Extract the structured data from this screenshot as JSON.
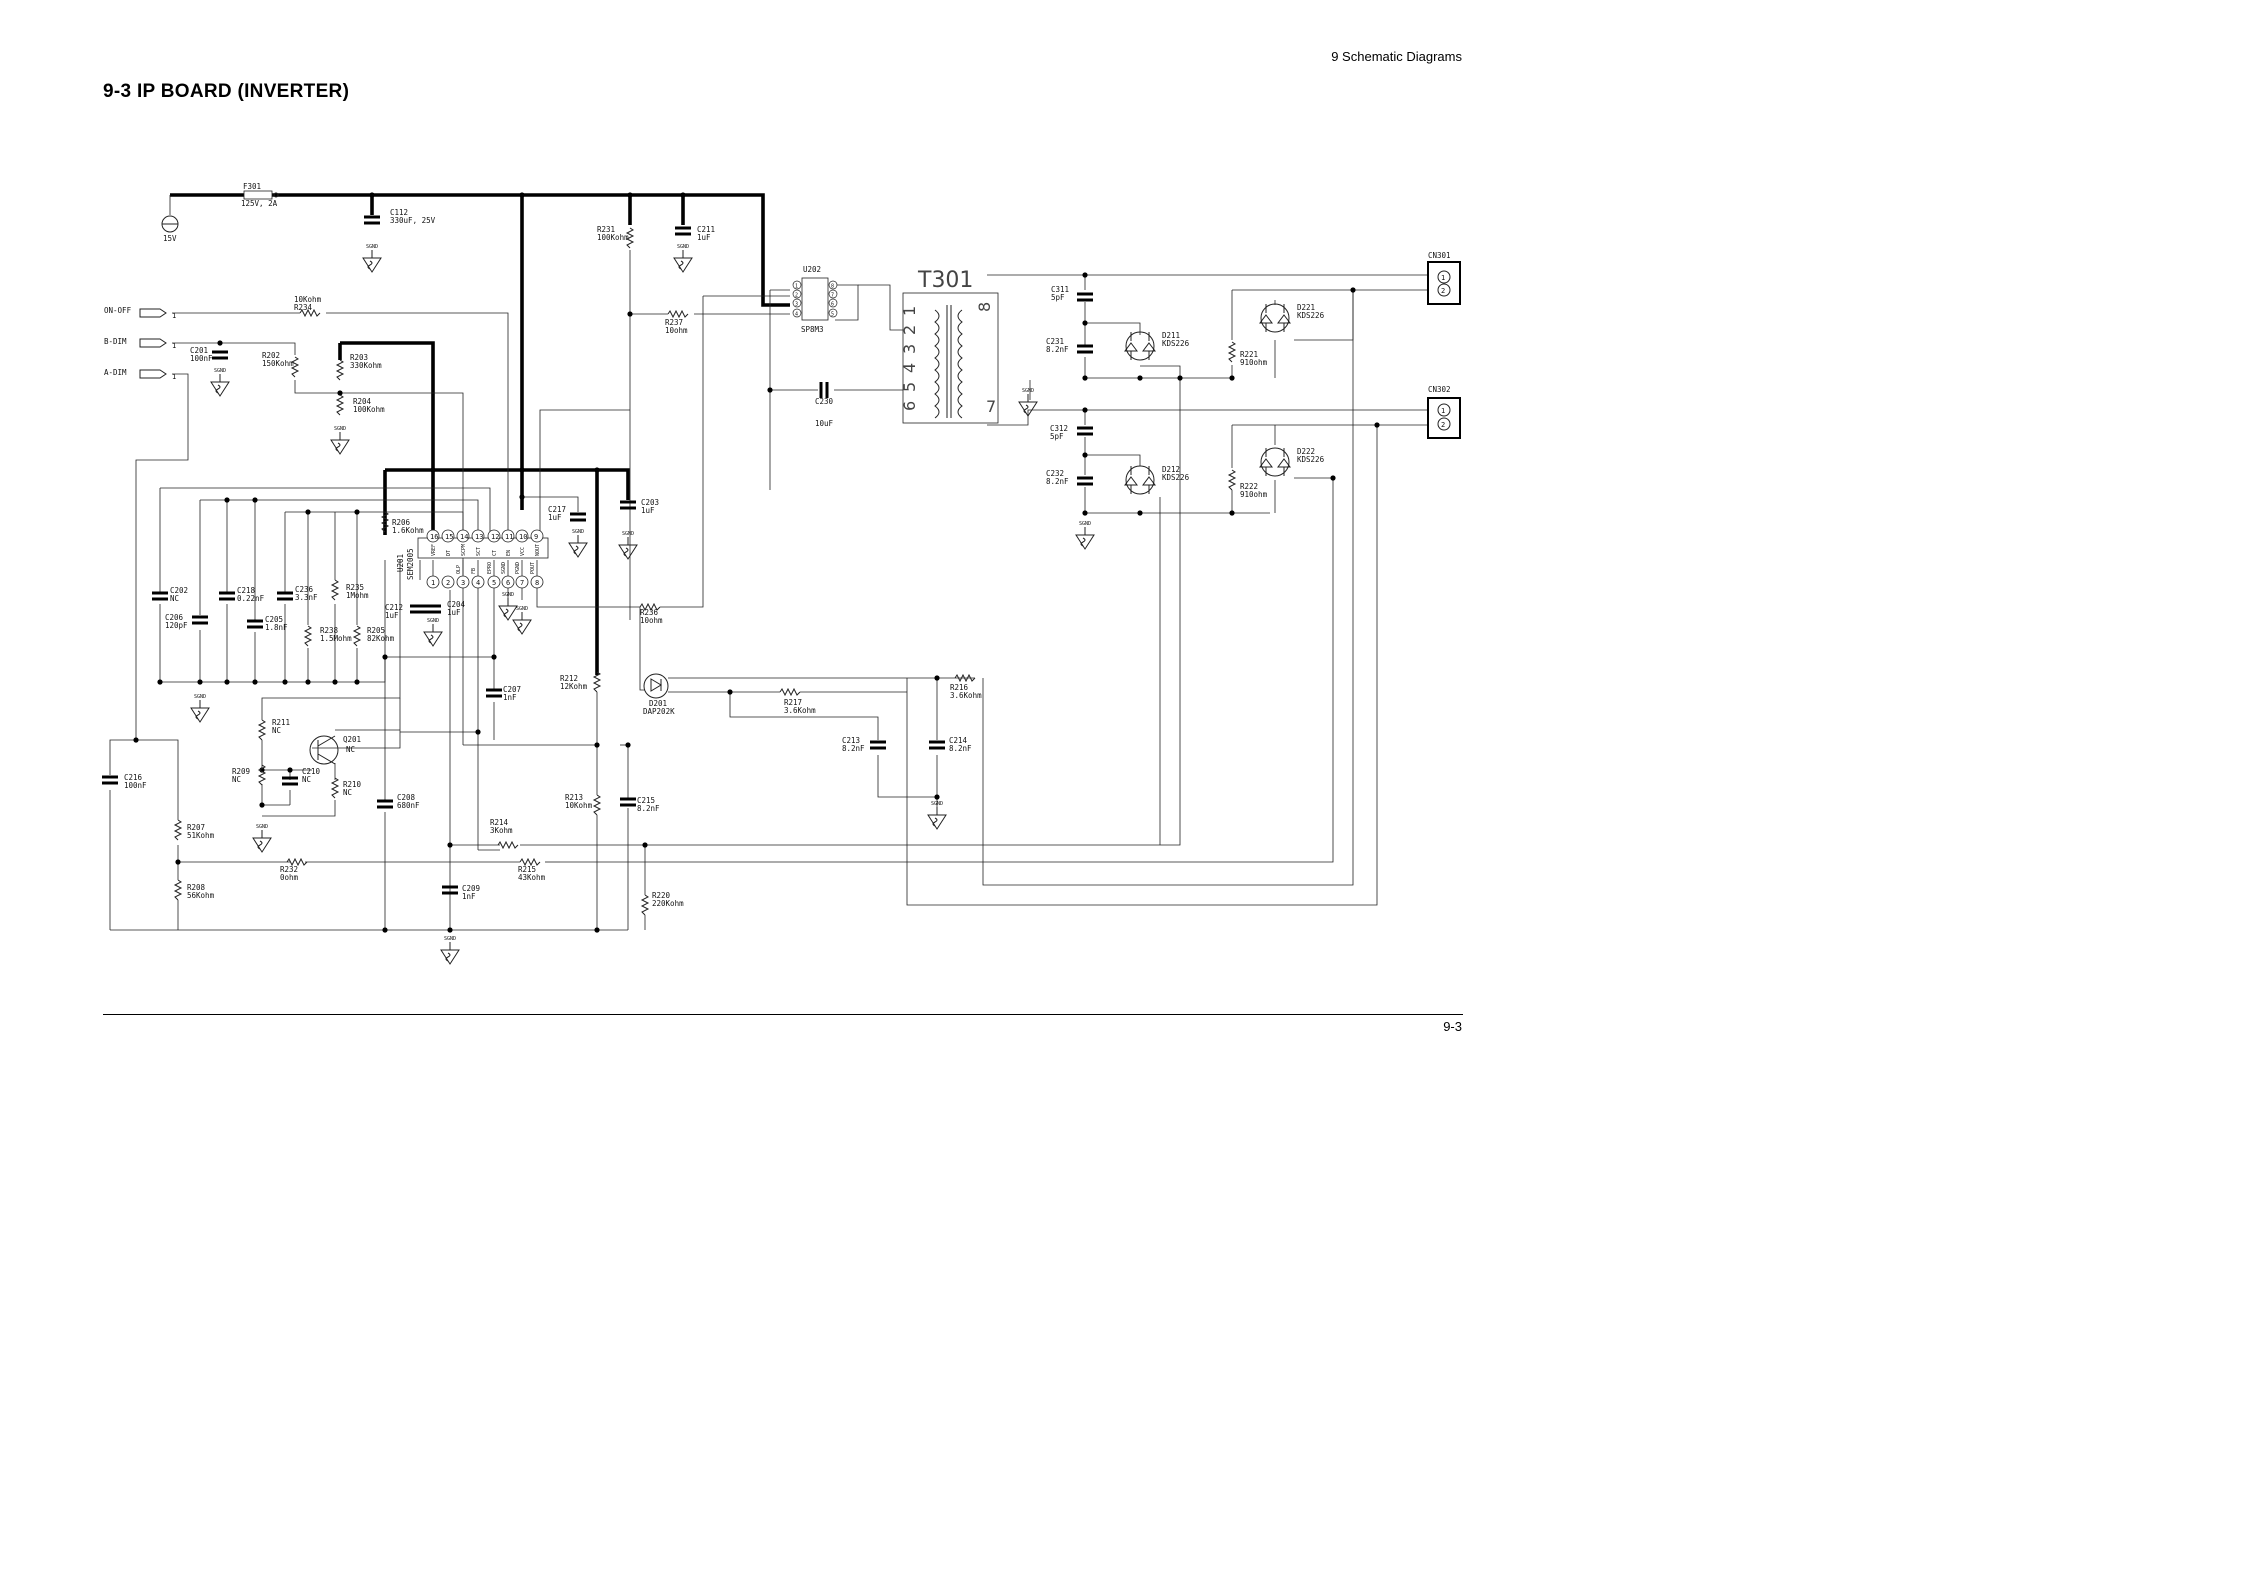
{
  "header": {
    "section": "9 Schematic Diagrams"
  },
  "title": "9-3 IP BOARD (INVERTER)",
  "footer": {
    "page": "9-3"
  },
  "schematic": {
    "fuse": {
      "ref": "F301",
      "value": "125V, 2A"
    },
    "supply": {
      "label": "15V"
    },
    "gnd": "SGND",
    "inputs": {
      "on_off": "ON-OFF",
      "b_dim": "B-DIM",
      "a_dim": "A-DIM",
      "pin": "1"
    },
    "controller": {
      "ref": "U201",
      "part": "SEM2005"
    },
    "driver": {
      "ref": "U202",
      "part": "SP8M3"
    },
    "transformer": {
      "ref": "T301",
      "pins": [
        "1",
        "2",
        "3",
        "4",
        "5",
        "6",
        "7",
        "8"
      ]
    },
    "connectors": {
      "cn301": "CN301",
      "cn302": "CN302",
      "pins": [
        "1",
        "2"
      ]
    },
    "ic_pins_top": [
      "16",
      "15",
      "14",
      "13",
      "12",
      "11",
      "10",
      "9"
    ],
    "ic_pins_bottom": [
      "1",
      "2",
      "3",
      "4",
      "5",
      "6",
      "7",
      "8"
    ],
    "ic_sig_top": [
      "VREF",
      "DT",
      "SCPM",
      "SCT",
      "CT",
      "EN",
      "VCC",
      "NOUT"
    ],
    "ic_sig_bottom": [
      "OLP",
      "FB",
      "EPRO",
      "SGND",
      "PGND",
      "POUT"
    ],
    "u202_pins_left": [
      "1",
      "2",
      "3",
      "4"
    ],
    "u202_pins_right": [
      "8",
      "7",
      "6",
      "5"
    ],
    "components": {
      "c112": {
        "ref": "C112",
        "value": "330uF, 25V"
      },
      "r231": {
        "ref": "R231",
        "value": "100Kohm"
      },
      "c211": {
        "ref": "C211",
        "value": "1uF"
      },
      "r234": {
        "ref": "R234",
        "value": "10Kohm"
      },
      "r237": {
        "ref": "R237",
        "value": "10ohm"
      },
      "c201": {
        "ref": "C201",
        "value": "100nF"
      },
      "r202": {
        "ref": "R202",
        "value": "150Kohm"
      },
      "r203": {
        "ref": "R203",
        "value": "330Kohm"
      },
      "r204": {
        "ref": "R204",
        "value": "100Kohm"
      },
      "c230": {
        "ref": "C230",
        "value": "10uF"
      },
      "c311": {
        "ref": "C311",
        "value": "5pF"
      },
      "c231": {
        "ref": "C231",
        "value": "8.2nF"
      },
      "d211": {
        "ref": "D211",
        "value": "KDS226"
      },
      "d221": {
        "ref": "D221",
        "value": "KDS226"
      },
      "r221": {
        "ref": "R221",
        "value": "910ohm"
      },
      "c312": {
        "ref": "C312",
        "value": "5pF"
      },
      "c232": {
        "ref": "C232",
        "value": "8.2nF"
      },
      "d212": {
        "ref": "D212",
        "value": "KDS226"
      },
      "d222": {
        "ref": "D222",
        "value": "KDS226"
      },
      "r222": {
        "ref": "R222",
        "value": "910ohm"
      },
      "r206": {
        "ref": "R206",
        "value": "1.6Kohm"
      },
      "c217": {
        "ref": "C217",
        "value": "1uF"
      },
      "c203": {
        "ref": "C203",
        "value": "1uF"
      },
      "c202": {
        "ref": "C202",
        "value": "NC"
      },
      "c218": {
        "ref": "C218",
        "value": "0.22nF"
      },
      "c236": {
        "ref": "C236",
        "value": "3.3nF"
      },
      "r235": {
        "ref": "R235",
        "value": "1Mohm"
      },
      "c206": {
        "ref": "C206",
        "value": "120pF"
      },
      "c205": {
        "ref": "C205",
        "value": "1.8nF"
      },
      "r238": {
        "ref": "R238",
        "value": "1.5Mohm"
      },
      "r205": {
        "ref": "R205",
        "value": "82Kohm"
      },
      "c212": {
        "ref": "C212",
        "value": "1uF"
      },
      "c204": {
        "ref": "C204",
        "value": "1uF"
      },
      "r236": {
        "ref": "R236",
        "value": "10ohm"
      },
      "r212": {
        "ref": "R212",
        "value": "12Kohm"
      },
      "d201": {
        "ref": "D201",
        "value": "DAP202K"
      },
      "r216": {
        "ref": "R216",
        "value": "3.6Kohm"
      },
      "r217": {
        "ref": "R217",
        "value": "3.6Kohm"
      },
      "c213": {
        "ref": "C213",
        "value": "8.2nF"
      },
      "c214": {
        "ref": "C214",
        "value": "8.2nF"
      },
      "c207": {
        "ref": "C207",
        "value": "1nF"
      },
      "r211": {
        "ref": "R211",
        "value": "NC"
      },
      "q201": {
        "ref": "Q201",
        "value": "NC"
      },
      "r209": {
        "ref": "R209",
        "value": "NC"
      },
      "c210": {
        "ref": "C210",
        "value": "NC"
      },
      "r210": {
        "ref": "R210",
        "value": "NC"
      },
      "c216": {
        "ref": "C216",
        "value": "100nF"
      },
      "c208": {
        "ref": "C208",
        "value": "680nF"
      },
      "r213": {
        "ref": "R213",
        "value": "10Kohm"
      },
      "c215": {
        "ref": "C215",
        "value": "8.2nF"
      },
      "r207": {
        "ref": "R207",
        "value": "51Kohm"
      },
      "r214": {
        "ref": "R214",
        "value": "3Kohm"
      },
      "r232": {
        "ref": "R232",
        "value": "0ohm"
      },
      "r215": {
        "ref": "R215",
        "value": "43Kohm"
      },
      "r208": {
        "ref": "R208",
        "value": "56Kohm"
      },
      "c209": {
        "ref": "C209",
        "value": "1nF"
      },
      "r220": {
        "ref": "R220",
        "value": "220Kohm"
      }
    }
  }
}
